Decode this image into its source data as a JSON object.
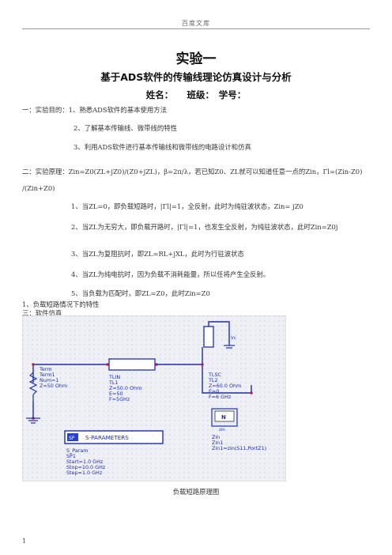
{
  "header": "百度文库",
  "title": "实验一",
  "subtitle": "基于ADS软件的传输线理论仿真设计与分析",
  "authors": "姓名：　　班级：　学号：",
  "section1": {
    "heading": "一：实验目的：1、熟悉ADS软件的基本使用方法",
    "item2": "2、了解基本传输线、微带线的特性",
    "item3": "3、利用ADS软件进行基本传输线和微带线的电路设计和仿真"
  },
  "section2": {
    "line1": "二：实验原理：Zin=Z0(ZL+jZ0)/(Z0+jZL)，β=2π/λ，若已知Z0、ZL就可以知道任意一点的Zin，Γl=(Zin-Z0)",
    "line2": "/(Zin+Z0)",
    "item1": "1、当ZL=0，即负载短路时，|Γl|=1，全反射，此时为纯驻波状态，Zin= jZ0",
    "item2": "2、当ZL为无穷大，即负载开路时，|Γl|=1，也发生全反射，为纯驻波状态，此时Zin=Z0j",
    "item3": "3、当ZL为复阻抗时，即ZL=RL+jXL，此时为行驻波状态",
    "item4": "4、当ZL为纯电抗时，因为负载不消耗能量，所以任将产生全反射。",
    "item5": "5、当负载为匹配时，即ZL=Z0，此时Zin=Z0"
  },
  "section3": {
    "heading": "三：软件仿真",
    "sub1": "1、负载短路情况下的特性"
  },
  "schematic": {
    "term": [
      "Term",
      "Term1",
      "Num=1",
      "Z=50 Ohm"
    ],
    "tlin": [
      "TLIN",
      "TL1",
      "Z=50.0 Ohm",
      "E=50",
      "F=5GHz"
    ],
    "tlsc": [
      "TLSC",
      "TL2",
      "Z=60.0 Ohm",
      "E=0",
      "F=6 GHz"
    ],
    "sparams_title": "S-PARAMETERS",
    "sparam": [
      "S_Param",
      "SP1",
      "Start=1.0 GHz",
      "Stop=10.0 GHz",
      "Step=1.0 GHz"
    ],
    "zin": [
      "Zin",
      "Zin1",
      "Zin1=zin(S11,PortZ1)"
    ],
    "zin_icon_label": "zin",
    "gnd_label": "Vc"
  },
  "caption": "负载短路原理图",
  "page_number": "1"
}
